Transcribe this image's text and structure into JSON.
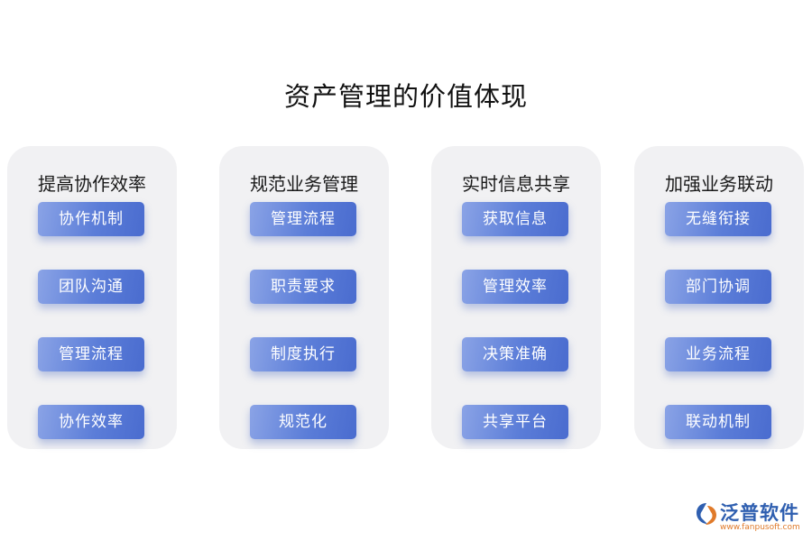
{
  "title": "资产管理的价值体现",
  "columns": [
    {
      "heading": "提高协作效率",
      "items": [
        "协作机制",
        "团队沟通",
        "管理流程",
        "协作效率"
      ]
    },
    {
      "heading": "规范业务管理",
      "items": [
        "管理流程",
        "职责要求",
        "制度执行",
        "规范化"
      ]
    },
    {
      "heading": "实时信息共享",
      "items": [
        "获取信息",
        "管理效率",
        "决策准确",
        "共享平台"
      ]
    },
    {
      "heading": "加强业务联动",
      "items": [
        "无缝衔接",
        "部门协调",
        "业务流程",
        "联动机制"
      ]
    }
  ],
  "logo": {
    "name": "泛普软件",
    "url": "www.fanpusoft.com",
    "icon": "fanpu-logo-icon"
  },
  "colors": {
    "panel": "#f1f1f3",
    "pill_start": "#8aa3e6",
    "pill_end": "#4a6ccf",
    "logo_blue": "#2f5fb0",
    "logo_orange": "#e07a2a"
  }
}
